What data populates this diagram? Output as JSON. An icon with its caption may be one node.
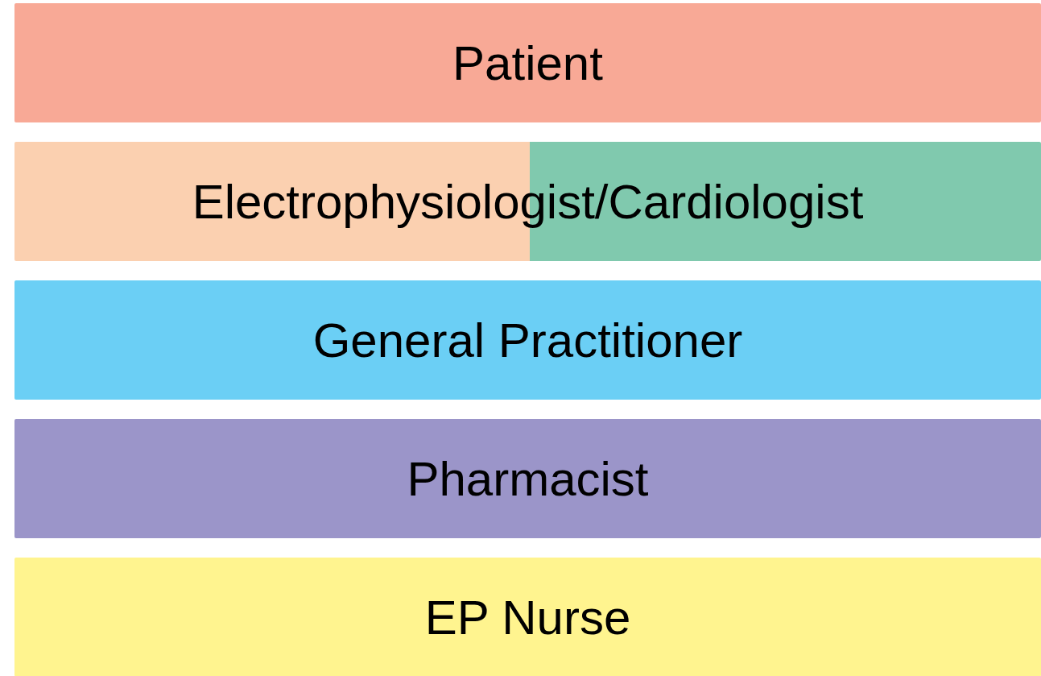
{
  "diagram": {
    "nodes": [
      {
        "text": [
          "Patient"
        ]
      },
      {
        "text": [
          "Electrophysiologist/Cardiologist"
        ]
      },
      {
        "text": [
          "General Practitioner"
        ]
      },
      {
        "text": [
          "Pharmacist"
        ]
      },
      {
        "text": [
          "EP Nurse"
        ]
      }
    ]
  }
}
